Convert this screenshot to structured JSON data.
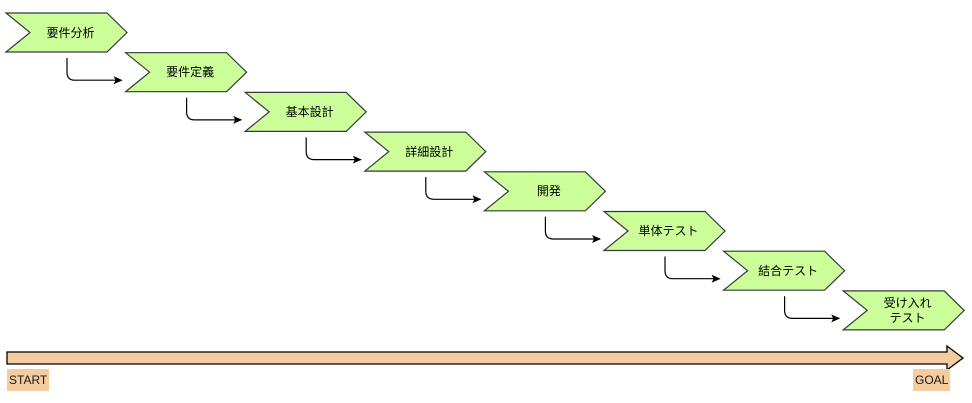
{
  "diagram": {
    "type": "waterfall-process",
    "steps": [
      {
        "label": "要件分析"
      },
      {
        "label": "要件定義"
      },
      {
        "label": "基本設計"
      },
      {
        "label": "詳細設計"
      },
      {
        "label": "開発"
      },
      {
        "label": "単体テスト"
      },
      {
        "label": "結合テスト"
      },
      {
        "label": "受け入れ\nテスト"
      }
    ],
    "timeline": {
      "start_label": "START",
      "goal_label": "GOAL"
    },
    "colors": {
      "step_fill": "#ccff99",
      "step_stroke": "#36393d",
      "timeline_fill": "#f5cc9e",
      "connector": "#000000"
    }
  }
}
